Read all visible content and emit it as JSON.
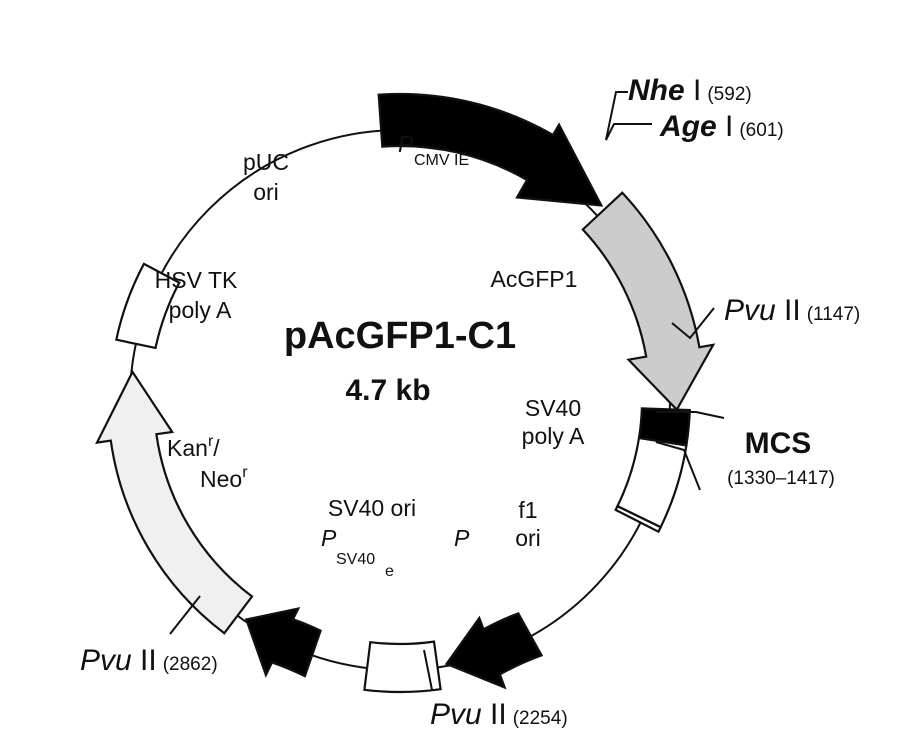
{
  "plasmid": {
    "name": "pAcGFP1-C1",
    "size": "4.7 kb"
  },
  "colors": {
    "black": "#000000",
    "acgfp": "#cccccc",
    "kan": "#f0f0f0",
    "white": "#ffffff"
  },
  "features": {
    "pcmv": {
      "p": "P",
      "sub": "CMV  IE"
    },
    "acgfp1": "AcGFP1",
    "sv40_polya": [
      "SV40",
      "poly A"
    ],
    "f1_ori": [
      "f1",
      "ori"
    ],
    "p_promoter": "P",
    "sv40_ori": "SV40 ori",
    "psv40e": {
      "p": "P",
      "sub": "SV40",
      "subsub": "e"
    },
    "kan": {
      "line1": "Kan",
      "sup1": "r",
      "slash": "/",
      "line2": "Neo",
      "sup2": "r"
    },
    "hsv_tk": [
      "HSV TK",
      "poly A"
    ],
    "puc_ori": [
      "pUC",
      "ori"
    ]
  },
  "sites": {
    "nhe": {
      "name": "Nhe",
      "roman": " I",
      "pos": "(592)"
    },
    "age": {
      "name": "Age",
      "roman": " I",
      "pos": "(601)"
    },
    "pvu1": {
      "name": "Pvu",
      "roman": " II",
      "pos": "(1147)"
    },
    "mcs": {
      "name": "MCS",
      "pos": "(1330–1417)"
    },
    "pvu2": {
      "name": "Pvu",
      "roman": " II",
      "pos": "(2254)"
    },
    "pvu3": {
      "name": "Pvu",
      "roman": " II",
      "pos": "(2862)"
    }
  }
}
